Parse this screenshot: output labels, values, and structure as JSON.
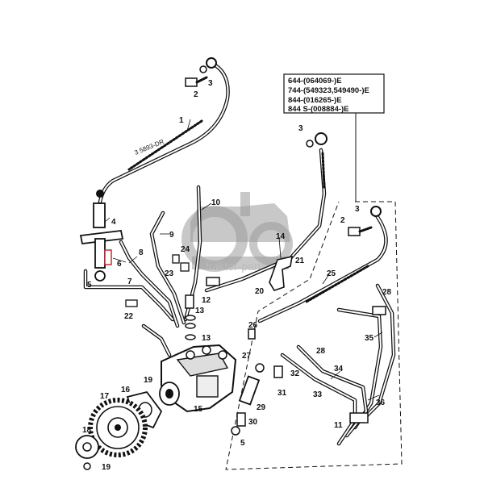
{
  "parts_note": {
    "lines": [
      "644-(064069-)E",
      "744-(549323,549490-)E",
      "844-(016265-)E",
      "844 S-(008884-)E"
    ]
  },
  "callouts": {
    "c1": "1",
    "c2a": "2",
    "c3a": "3",
    "c3b": "3",
    "c3c": "3",
    "c2b": "2",
    "c4": "4",
    "c5a": "5",
    "c6": "6",
    "c7": "7",
    "c8": "8",
    "c9": "9",
    "c10": "10",
    "c22": "22",
    "c23": "23",
    "c24": "24",
    "c12": "12",
    "c13a": "13",
    "c13b": "13",
    "c14": "14",
    "c20": "20",
    "c21": "21",
    "c25": "25",
    "c28a": "28",
    "c28b": "28",
    "c35": "35",
    "c26": "26",
    "c27": "27",
    "c32": "32",
    "c34": "34",
    "c31": "31",
    "c33": "33",
    "c29": "29",
    "c30": "30",
    "c5b": "5",
    "c36": "36",
    "c11": "11",
    "c17": "17",
    "c16": "16",
    "c19a": "19",
    "c15": "15",
    "c18": "18",
    "c19b": "19"
  },
  "pipe_marking": "3 5893-DR",
  "watermark": {
    "text": "traktor-parts"
  }
}
